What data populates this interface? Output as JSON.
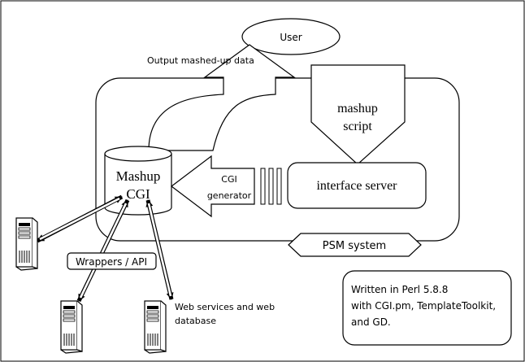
{
  "user": {
    "label": "User"
  },
  "output": {
    "label": "Output mashed-up data"
  },
  "mashup_script": {
    "line1": "mashup",
    "line2": "script"
  },
  "mashup_cgi": {
    "line1": "Mashup",
    "line2": "CGI"
  },
  "cgi_generator": {
    "line1": "CGI",
    "line2": "generator"
  },
  "interface_server": {
    "label": "interface server"
  },
  "psm_system": {
    "label": "PSM system"
  },
  "wrappers": {
    "label": "Wrappers / API"
  },
  "web_services": {
    "line1": "Web services and web",
    "line2": "database"
  },
  "note": {
    "line1": "Written in Perl 5.8.8",
    "line2": "with CGI.pm, TemplateToolkit,",
    "line3": "and GD."
  },
  "servers": [
    {
      "icon": "server-icon"
    },
    {
      "icon": "server-icon"
    },
    {
      "icon": "server-icon"
    }
  ]
}
